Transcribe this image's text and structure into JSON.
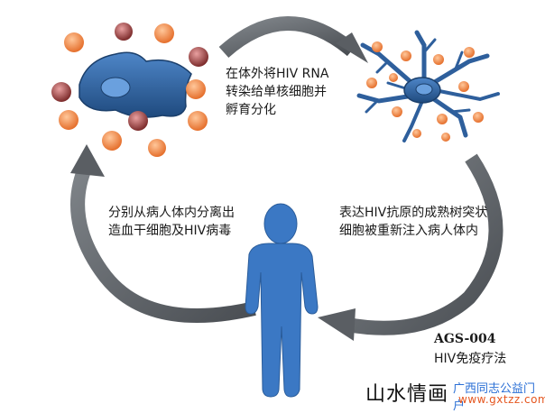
{
  "steps": {
    "transfect": [
      "在体外将HIV RNA",
      "转染给单核细胞并",
      "孵育分化"
    ],
    "isolate": [
      "分别从病人体内分离出",
      "造血干细胞及HIV病毒"
    ],
    "reinject": [
      "表达HIV抗原的成熟树突状",
      "细胞被重新注入病人体内"
    ]
  },
  "caption": {
    "code": "AGS-004",
    "name": "HIV免疫疗法"
  },
  "watermark": {
    "left": "山水情画",
    "right_top": "广西同志公益门户",
    "right_bottom": "www.gxtzz.com"
  },
  "colors": {
    "cell": "#2e5f9c",
    "arrow": "#5a5e63",
    "person": "#3b78c4",
    "particle": "#f08a4b",
    "particle_dark": "#8e3b3b"
  },
  "icons": [
    "monocyte-cell-icon",
    "dendritic-cell-icon",
    "person-icon",
    "hiv-particle-icon"
  ]
}
